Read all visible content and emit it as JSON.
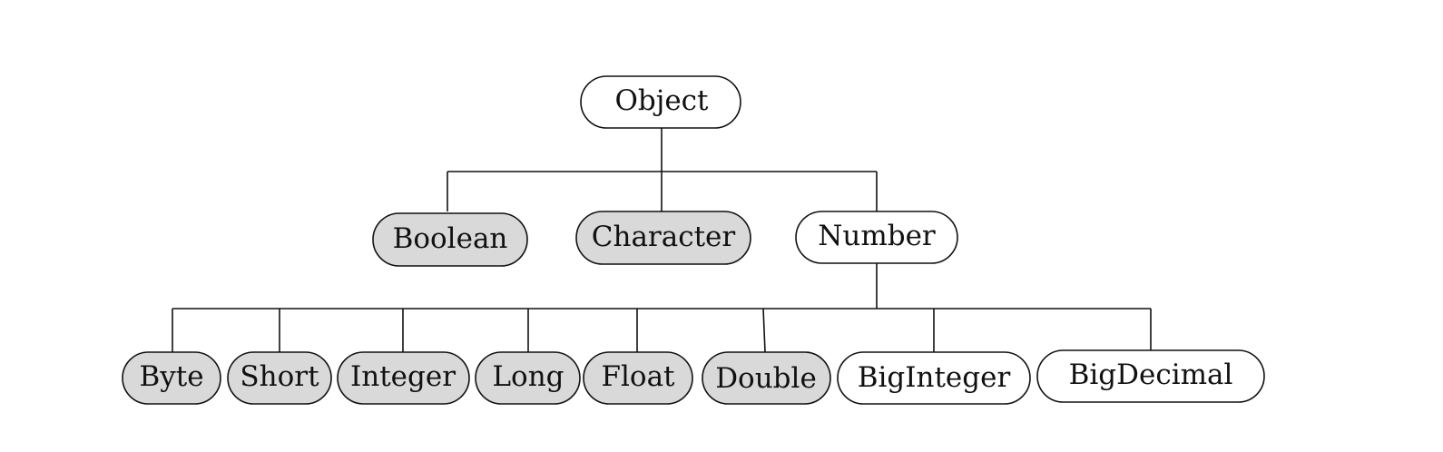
{
  "diagram": {
    "root": {
      "label": "Object",
      "fill": "white"
    },
    "level1": [
      {
        "label": "Boolean",
        "fill": "gray"
      },
      {
        "label": "Character",
        "fill": "gray"
      },
      {
        "label": "Number",
        "fill": "white"
      }
    ],
    "level2": [
      {
        "label": "Byte",
        "fill": "gray"
      },
      {
        "label": "Short",
        "fill": "gray"
      },
      {
        "label": "Integer",
        "fill": "gray"
      },
      {
        "label": "Long",
        "fill": "gray"
      },
      {
        "label": "Float",
        "fill": "gray"
      },
      {
        "label": "Double",
        "fill": "gray"
      },
      {
        "label": "BigInteger",
        "fill": "white"
      },
      {
        "label": "BigDecimal",
        "fill": "white"
      }
    ],
    "edges": [
      [
        "Object",
        "Boolean"
      ],
      [
        "Object",
        "Character"
      ],
      [
        "Object",
        "Number"
      ],
      [
        "Number",
        "Byte"
      ],
      [
        "Number",
        "Short"
      ],
      [
        "Number",
        "Integer"
      ],
      [
        "Number",
        "Long"
      ],
      [
        "Number",
        "Float"
      ],
      [
        "Number",
        "Double"
      ],
      [
        "Number",
        "BigInteger"
      ],
      [
        "Number",
        "BigDecimal"
      ]
    ]
  },
  "colors": {
    "gray_fill": "#d9d9d9",
    "white_fill": "#ffffff",
    "stroke": "#111111"
  }
}
